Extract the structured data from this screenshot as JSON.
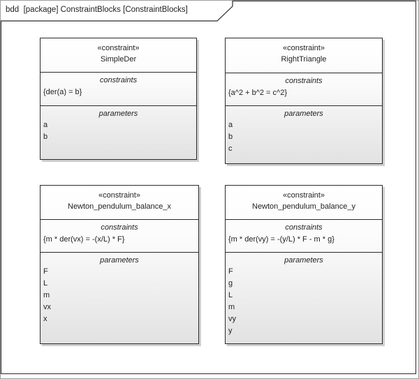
{
  "frame": {
    "tab_label": "bdd  [package] ConstraintBlocks [ConstraintBlocks]"
  },
  "blocks": [
    {
      "stereotype": "«constraint»",
      "name": "SimpleDer",
      "constraints": {
        "label": "constraints",
        "expression": "{der(a) = b}"
      },
      "parameters": {
        "label": "parameters",
        "items": [
          "a",
          "b"
        ]
      }
    },
    {
      "stereotype": "«constraint»",
      "name": "RightTriangle",
      "constraints": {
        "label": "constraints",
        "expression": "{a^2 + b^2 = c^2}"
      },
      "parameters": {
        "label": "parameters",
        "items": [
          "a",
          "b",
          "c"
        ]
      }
    },
    {
      "stereotype": "«constraint»",
      "name": "Newton_pendulum_balance_x",
      "constraints": {
        "label": "constraints",
        "expression": "{m * der(vx) = -(x/L) * F}"
      },
      "parameters": {
        "label": "parameters",
        "items": [
          "F",
          "L",
          "m",
          "vx",
          "x"
        ]
      }
    },
    {
      "stereotype": "«constraint»",
      "name": "Newton_pendulum_balance_y",
      "constraints": {
        "label": "constraints",
        "expression": "{m * der(vy) = -(y/L) * F - m * g}"
      },
      "parameters": {
        "label": "parameters",
        "items": [
          "F",
          "g",
          "L",
          "m",
          "vy",
          "y"
        ]
      }
    }
  ],
  "colors": {
    "ink": "#1f1f1f",
    "line": "#2b2b2b",
    "shadow": "#cfcfcf",
    "fill_top": "#ffffff",
    "fill_bottom": "#e2e2e2",
    "canvas_edge": "#9d9d9d"
  }
}
